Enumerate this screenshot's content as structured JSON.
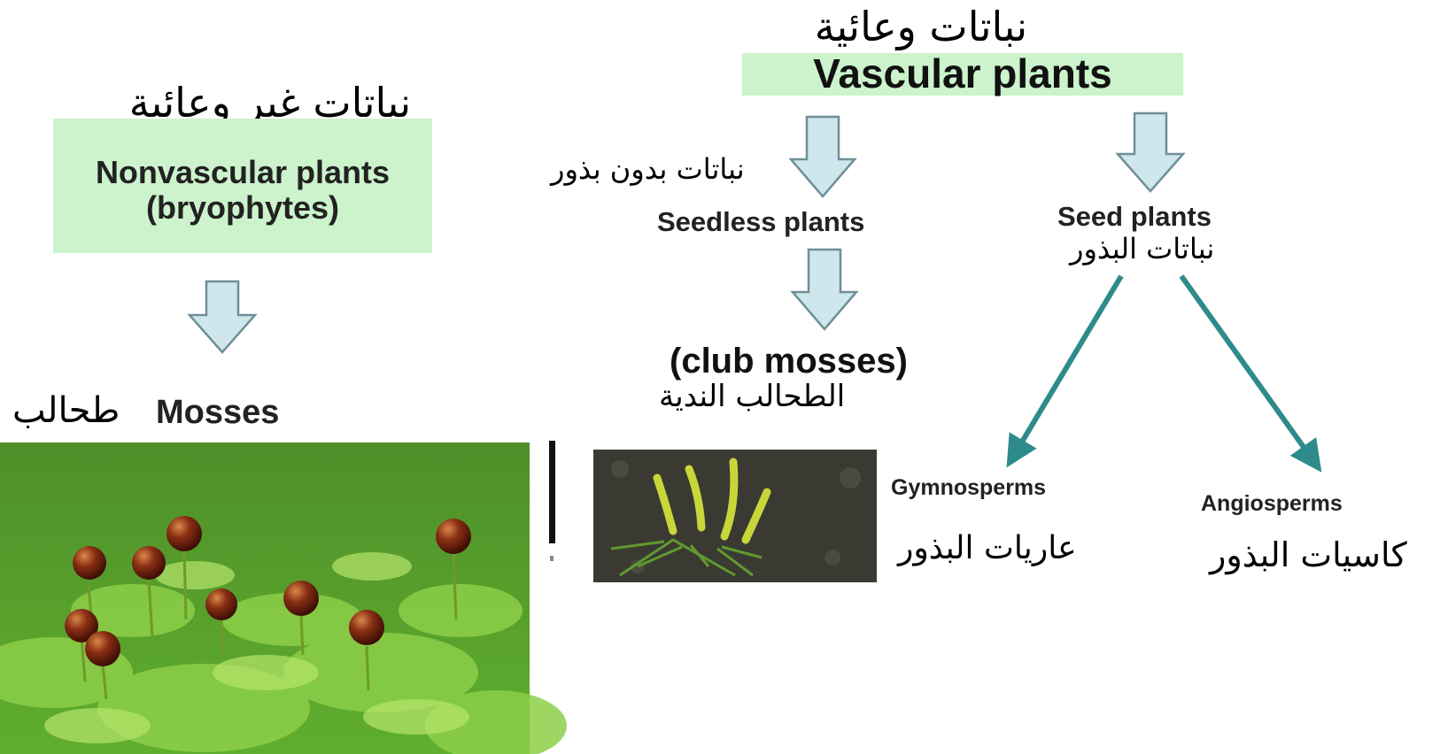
{
  "vascular": {
    "arabic": "نباتات وعائية",
    "english": "Vascular plants"
  },
  "nonvascular": {
    "arabic": "نباتات غير وعائية",
    "english_line1": "Nonvascular plants",
    "english_line2": "(bryophytes)"
  },
  "mosses": {
    "english": "Mosses",
    "arabic": "طحالب"
  },
  "seedless": {
    "arabic": "نباتات بدون بذور",
    "english": "Seedless plants"
  },
  "club_mosses": {
    "english": "(club mosses)",
    "arabic": "الطحالب الندية"
  },
  "seed": {
    "english": "Seed plants",
    "arabic": "نباتات البذور"
  },
  "gymnosperms": {
    "english": "Gymnosperms",
    "arabic": "عاريات البذور"
  },
  "angiosperms": {
    "english": "Angiosperms",
    "arabic": "كاسيات البذور"
  },
  "colors": {
    "box_fill": "#ccf3cc",
    "block_arrow_fill": "#cfe6ec",
    "block_arrow_stroke": "#6f8f98",
    "teal_arrow": "#2e8b8b"
  }
}
